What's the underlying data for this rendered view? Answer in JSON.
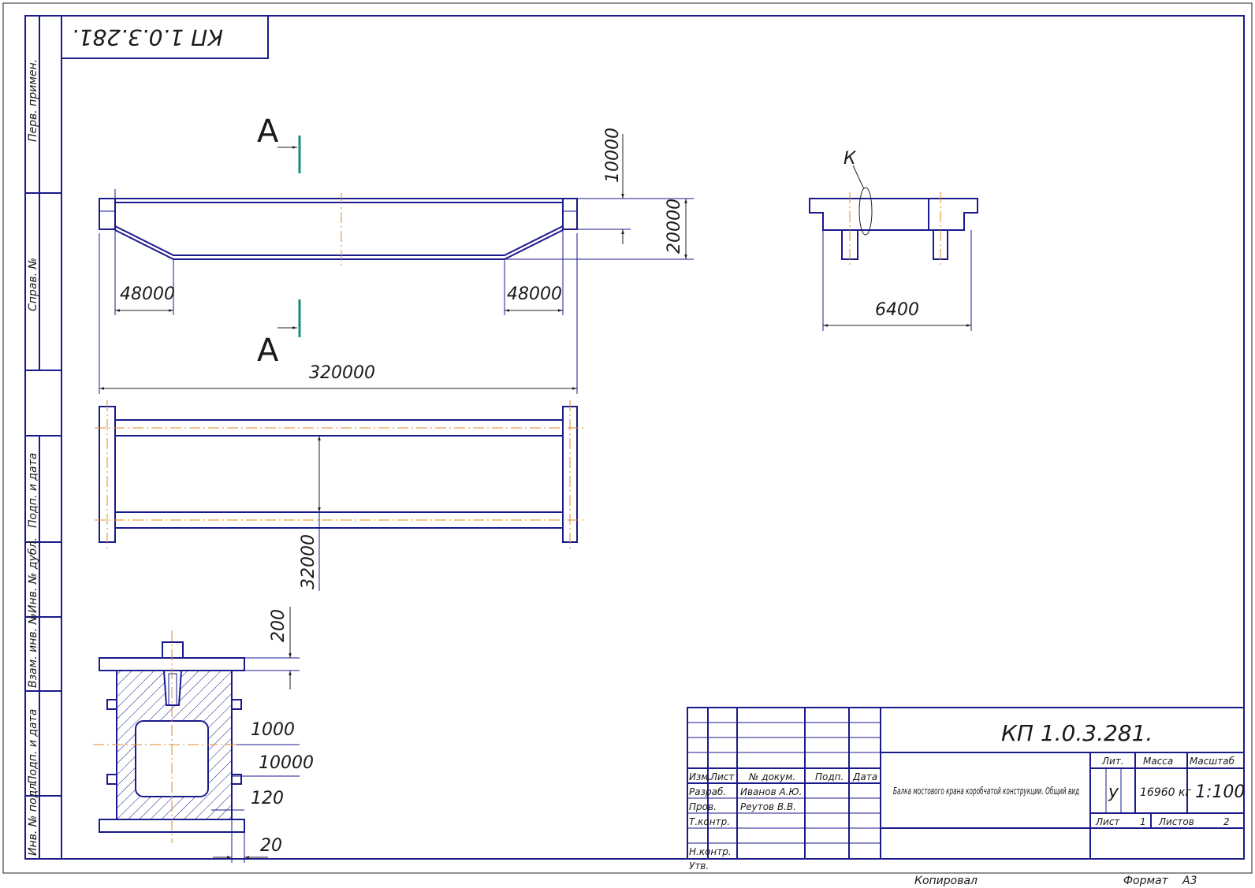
{
  "drawing": {
    "code_main": "КП 1.0.3.281.",
    "code_rotated": "КП 1.0.3.281.",
    "description": "Балка мостового крана коробчатой конструкции. Общий вид",
    "section_label": "A",
    "view_label": "К",
    "colors": {
      "line": "#1a1a8c",
      "axis": "#e08a2a",
      "cut": "#1a8c7a"
    }
  },
  "side_strip": {
    "perv_primen": "Перв. примен.",
    "sprav_no": "Справ. №",
    "podp_data_1": "Подп. и дата",
    "inv_dubl": "Инв. № дубл.",
    "vzam_inv": "Взам. инв. №",
    "podp_data_2": "Подп. и дата",
    "inv_podl": "Инв. № подл."
  },
  "dimensions": {
    "d10000_top": "10000",
    "d20000": "20000",
    "d48000_left": "48000",
    "d48000_right": "48000",
    "d320000": "320000",
    "d6400": "6400",
    "d32000": "32000",
    "d200": "200",
    "d1000": "1000",
    "d10000_sec": "10000",
    "d120": "120",
    "d20": "20"
  },
  "title_block": {
    "izm": "Изм.",
    "list": "Лист",
    "no_dokum": "№ докум.",
    "podp": "Подп.",
    "data": "Дата",
    "razrab": "Разраб.",
    "razrab_name": "Иванов А.Ю.",
    "prov": "Пров.",
    "prov_name": "Реутов В.В.",
    "tkontr": "Т.контр.",
    "nkontr": "Н.контр.",
    "utv": "Утв.",
    "lit": "Лит.",
    "massa": "Масса",
    "masshtab": "Масштаб",
    "lit_value": "у",
    "massa_value": "16960 кг",
    "masshtab_value": "1:100",
    "list_label": "Лист",
    "list_value": "1",
    "listov_label": "Листов",
    "listov_value": "2"
  },
  "footer": {
    "kopiroval": "Копировал",
    "format": "Формат",
    "format_value": "А3"
  }
}
